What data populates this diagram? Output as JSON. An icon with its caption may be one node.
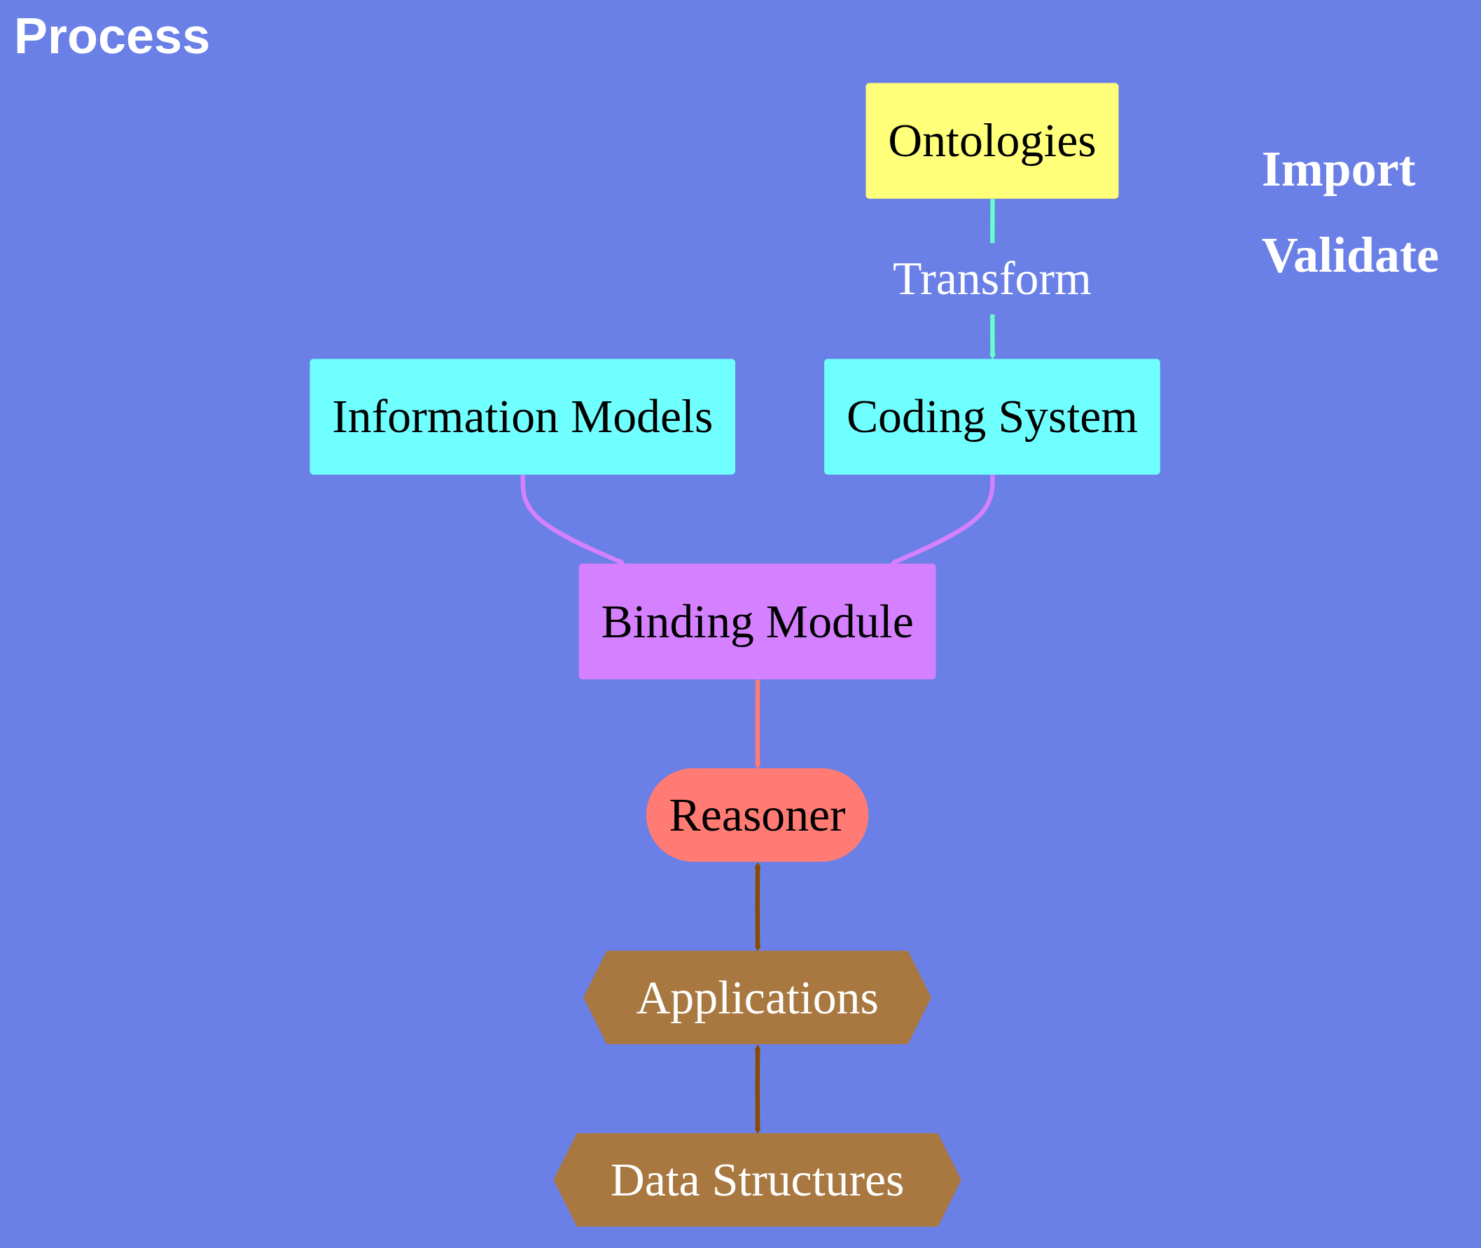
{
  "diagram": {
    "title": "Process",
    "nodes": [
      {
        "text": [
          "Ontologies"
        ]
      },
      {
        "text": [
          "Information Models"
        ]
      },
      {
        "text": [
          "Coding System"
        ]
      },
      {
        "text": [
          "Binding Module"
        ]
      },
      {
        "text": [
          "Reasoner"
        ]
      },
      {
        "text": [
          "Applications"
        ]
      },
      {
        "text": [
          "Data Structures"
        ]
      }
    ],
    "edges": [
      {
        "from": 0,
        "to": 2,
        "arrow": "to",
        "label": "Transform",
        "color": "#66ffcc"
      },
      {
        "from": 1,
        "to": 3,
        "arrow": "to",
        "color": "#d580ff"
      },
      {
        "from": 2,
        "to": 3,
        "arrow": "to",
        "color": "#d580ff"
      },
      {
        "from": 3,
        "to": 4,
        "arrow": "to",
        "color": "#ff7b73"
      },
      {
        "from": 4,
        "to": 5,
        "arrow": "both",
        "color": "#8b4a00"
      },
      {
        "from": 5,
        "to": 6,
        "arrow": "both",
        "color": "#8b4a00"
      }
    ],
    "labels": [
      "Import",
      "Validate"
    ]
  }
}
